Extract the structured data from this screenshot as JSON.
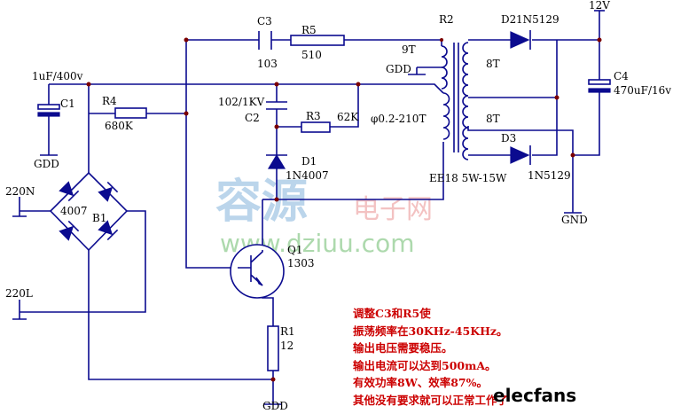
{
  "labels": {
    "c3": "C3",
    "c3_val": "103",
    "r5": "R5",
    "r5_val": "510",
    "r2": "R2",
    "d2": "D2",
    "d2_val": "1N5129",
    "v12": "12V",
    "t9": "9T",
    "gdd_top": "GDD",
    "t8a": "8T",
    "t8b": "8T",
    "c4": "C4",
    "c4_val": "470uF/16v",
    "c1_val": "1uF/400v",
    "c1": "C1",
    "gdd_c1": "GDD",
    "r4": "R4",
    "r4_val": "680K",
    "c2_val": "102/1KV",
    "c2": "C2",
    "r3": "R3",
    "r3_val": "62K",
    "wire": "φ0.2-210T",
    "d3": "D3",
    "d3_val": "1N5129",
    "d1": "D1",
    "d1_val": "1N4007",
    "core": "EE18 5W-15W",
    "gnd": "GND",
    "ac_n": "220N",
    "ac_l": "220L",
    "b1_part": "4007",
    "b1": "B1",
    "q1": "Q1",
    "q1_val": "1303",
    "r1": "R1",
    "r1_val": "12",
    "gdd_bottom": "GDD"
  },
  "notes": [
    "调整C3和R5使",
    "振荡频率在30KHz-45KHz。",
    "输出电压需要稳压。",
    "输出电流可以达到500mA。",
    "有效功率8W、效率87%。",
    "其他没有要求就可以正常工作了"
  ],
  "watermark": {
    "cn_big": "容源",
    "cn_small": "电子网",
    "url": "www.dziuu.com",
    "logo": "elecfans"
  }
}
